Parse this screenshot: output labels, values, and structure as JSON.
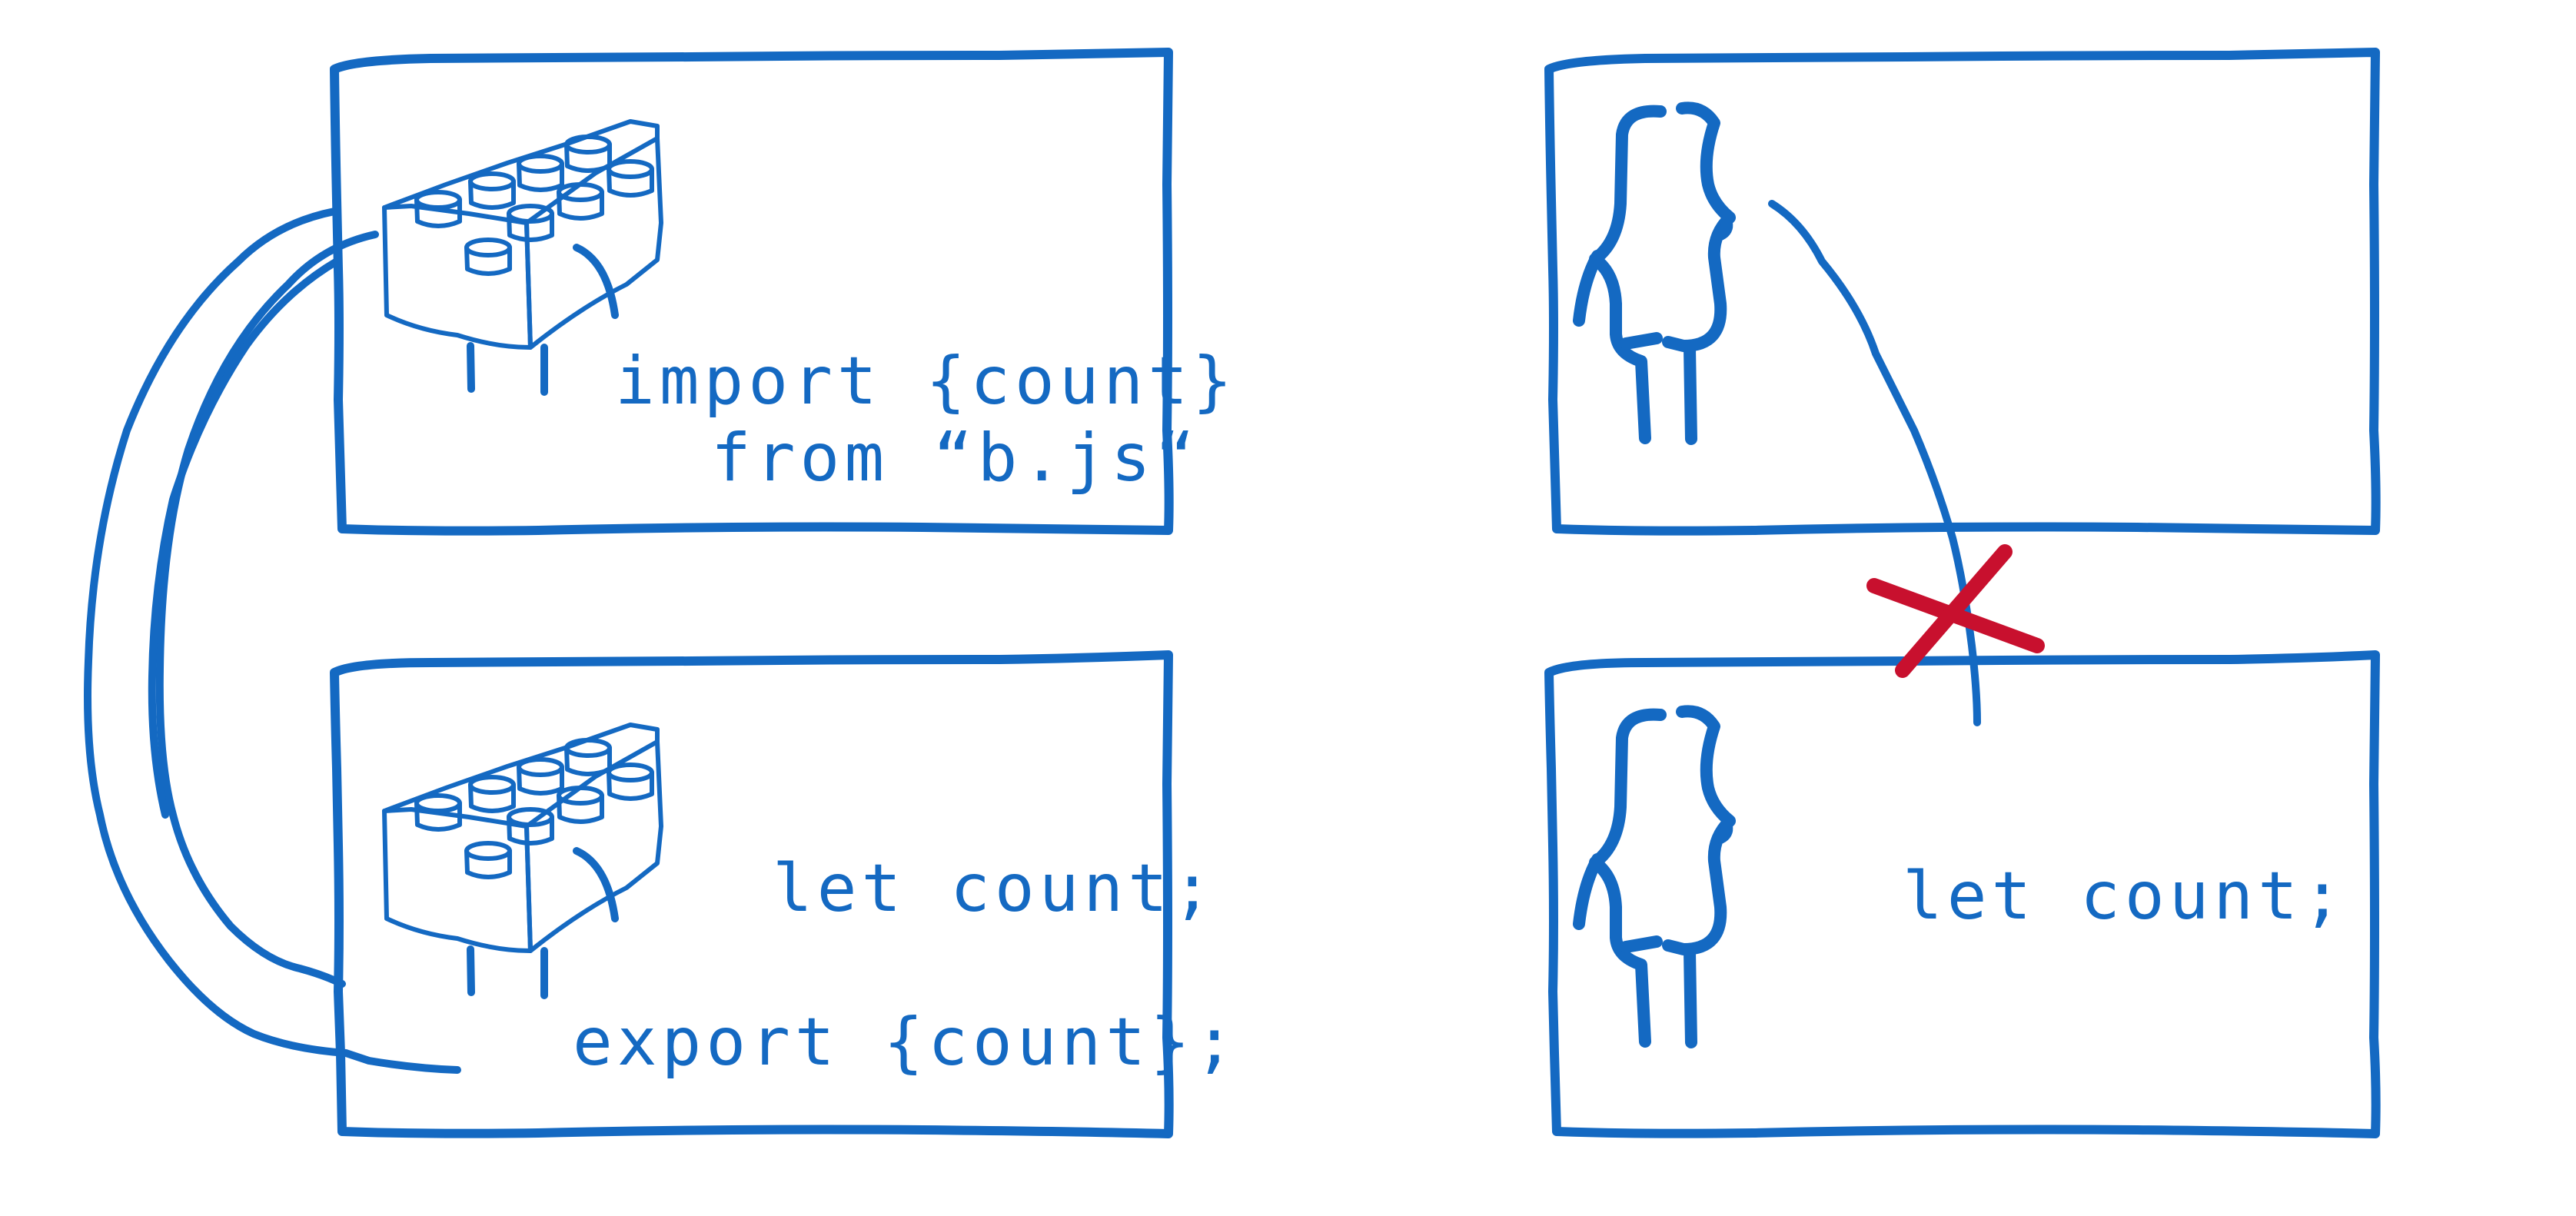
{
  "colors": {
    "ink": "#1469c2",
    "cross": "#c8102e",
    "background": "#ffffff"
  },
  "left_panel": {
    "importer_box": {
      "icon": "lego-brick-icon",
      "code_line_1": "import {count}",
      "code_line_2": "from “b.js“"
    },
    "exporter_box": {
      "icon": "lego-brick-icon",
      "code_line_1": "let count;",
      "code_line_2": "export {count};"
    },
    "connector": "wire-connection"
  },
  "right_panel": {
    "top_box": {
      "icon": "curly-braces-icon"
    },
    "bottom_box": {
      "icon": "curly-braces-icon",
      "code_line_1": "let count;"
    },
    "broken_connector": "red-x-icon"
  }
}
